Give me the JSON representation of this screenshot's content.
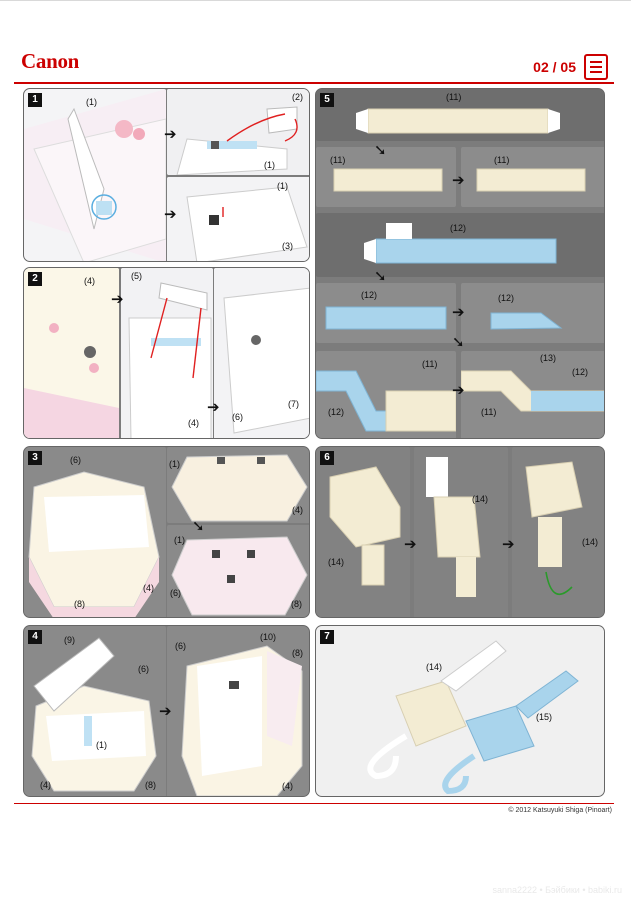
{
  "header": {
    "logo": "Canon",
    "page": "02 / 05",
    "icon": "booklet-icon",
    "accent": "#cc0000"
  },
  "footer": {
    "copyright": "© 2012 Katsuyuki Shiga (Pinoart)",
    "watermark": "sanna2222 • Бэйбики • babiki.ru"
  },
  "panels": [
    {
      "step": "1",
      "labels": [
        "(1)",
        "(2)",
        "(1)",
        "(1)",
        "(3)"
      ]
    },
    {
      "step": "2",
      "labels": [
        "(4)",
        "(5)",
        "(4)",
        "(6)",
        "(7)"
      ]
    },
    {
      "step": "3",
      "labels": [
        "(6)",
        "(8)",
        "(4)",
        "(1)",
        "(4)",
        "(1)",
        "(6)",
        "(8)"
      ]
    },
    {
      "step": "4",
      "labels": [
        "(9)",
        "(6)",
        "(1)",
        "(4)",
        "(8)",
        "(6)",
        "(10)",
        "(8)",
        "(4)"
      ]
    },
    {
      "step": "5",
      "labels": [
        "(11)",
        "(11)",
        "(11)",
        "(12)",
        "(12)",
        "(12)",
        "(11)",
        "(13)",
        "(12)",
        "(12)",
        "(11)"
      ]
    },
    {
      "step": "6",
      "labels": [
        "(14)",
        "(14)",
        "(14)"
      ]
    },
    {
      "step": "7",
      "labels": [
        "(14)",
        "(15)"
      ]
    }
  ],
  "arrow_glyph": "➔",
  "down_arrow_glyph": "➘",
  "colors": {
    "cream": "#f3ecd3",
    "blue": "#a9d4ec",
    "pink": "#f6dbe2",
    "red_arrow": "#e02020"
  }
}
